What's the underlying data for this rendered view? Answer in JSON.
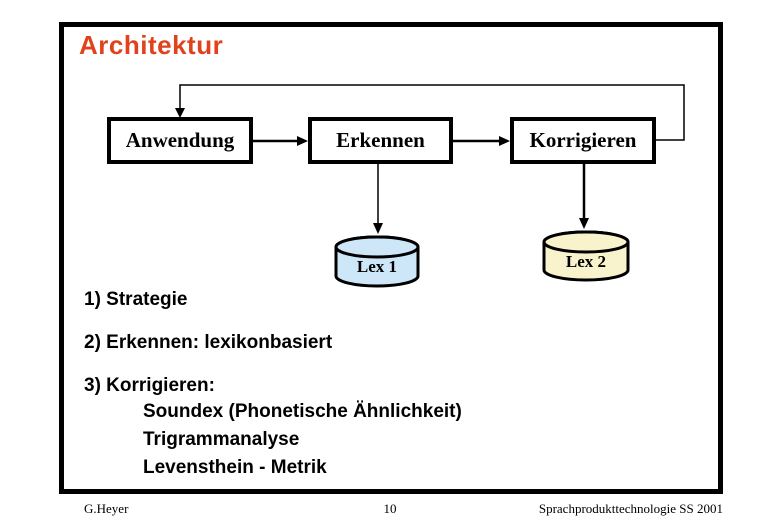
{
  "slide": {
    "title": "Architektur",
    "nodes": {
      "anwendung": {
        "label": "Anwendung"
      },
      "erkennen": {
        "label": "Erkennen"
      },
      "korrigieren": {
        "label": "Korrigieren"
      }
    },
    "cylinders": {
      "lex1": {
        "label": "Lex 1",
        "fill": "#cde6f8"
      },
      "lex2": {
        "label": "Lex 2",
        "fill": "#f8f3cc"
      }
    },
    "list": [
      "1) Strategie",
      "2) Erkennen: lexikonbasiert",
      "3) Korrigieren:",
      "Soundex (Phonetische Ähnlichkeit)",
      "Trigrammanalyse",
      "Levensthein - Metrik"
    ],
    "footer": {
      "author": "G.Heyer",
      "page": "10",
      "course": "Sprachprodukttechnologie SS 2001"
    },
    "colors": {
      "title_accent": "#e0431c",
      "line": "#000000",
      "frame": "#000000"
    }
  }
}
